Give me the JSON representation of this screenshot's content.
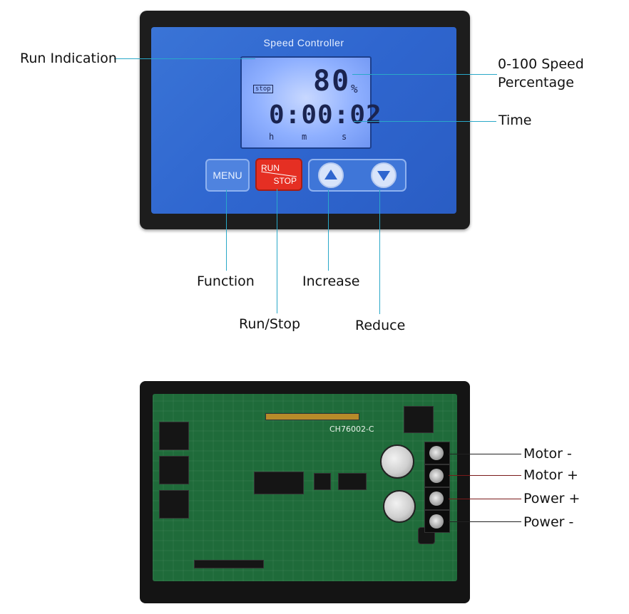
{
  "top_device": {
    "panel_title": "Speed Controller",
    "indicator": "stop",
    "speed_value": "80",
    "speed_unit": "%",
    "time_value": "0:00:02",
    "time_units": [
      "h",
      "m",
      "s"
    ],
    "buttons": {
      "menu": "MENU",
      "run": "RUN",
      "stop": "STOP"
    }
  },
  "callouts": {
    "run_indication": "Run Indication",
    "speed_line1": "0-100 Speed",
    "speed_line2": "Percentage",
    "time": "Time",
    "function": "Function",
    "increase": "Increase",
    "run_stop": "Run/Stop",
    "reduce": "Reduce"
  },
  "bottom_device": {
    "board_model": "CH76002-C",
    "terminals": [
      "Motor -",
      "Motor +",
      "Power +",
      "Power -"
    ]
  },
  "colors": {
    "panel_blue": "#2f66cf",
    "run_red": "#e52f23",
    "callout_line": "#2aa8c8",
    "pcb_green": "#1f6b3a"
  }
}
